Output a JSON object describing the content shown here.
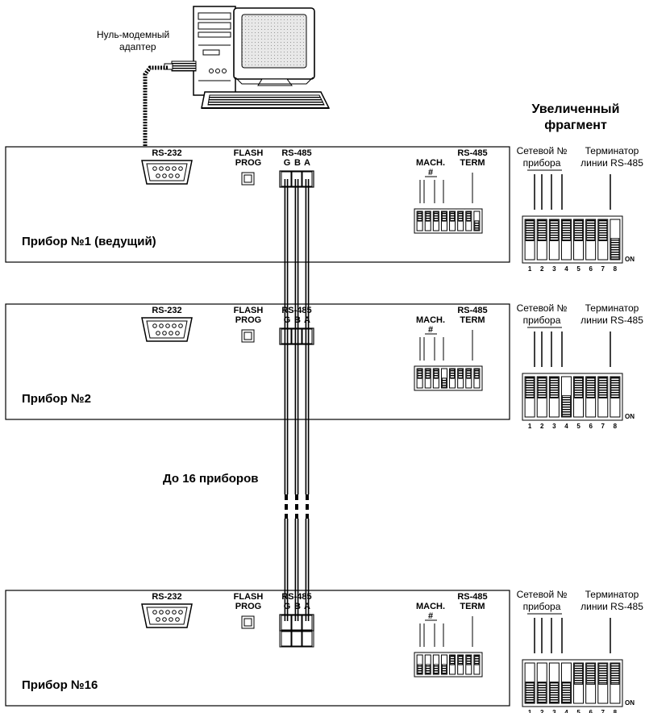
{
  "computer": {
    "adapter_label_line1": "Нуль-модемный",
    "adapter_label_line2": "адаптер"
  },
  "fragment_title": {
    "line1": "Увеличенный",
    "line2": "фрагмент"
  },
  "port_labels": {
    "rs232": "RS-232",
    "flash_line1": "FLASH",
    "flash_line2": "PROG",
    "rs485": "RS-485",
    "pins": [
      "G",
      "B",
      "A"
    ],
    "mach_line1": "MACH.",
    "mach_line2": "#",
    "term_line1": "RS-485",
    "term_line2": "TERM"
  },
  "side_labels": {
    "net_line1": "Сетевой №",
    "net_line2": "прибора",
    "term_line1": "Терминатор",
    "term_line2": "линии RS-485",
    "on": "ON",
    "pin_numbers": [
      "1",
      "2",
      "3",
      "4",
      "5",
      "6",
      "7",
      "8"
    ]
  },
  "devices": [
    {
      "label": "Прибор №1 (ведущий)",
      "switches": [
        0,
        0,
        0,
        0,
        0,
        0,
        0,
        1
      ]
    },
    {
      "label": "Прибор №2",
      "switches": [
        0,
        0,
        0,
        1,
        0,
        0,
        0,
        0
      ]
    },
    {
      "label": "Прибор №16",
      "switches": [
        1,
        1,
        1,
        1,
        0,
        0,
        0,
        0
      ]
    }
  ],
  "chain_note": "До 16 приборов"
}
